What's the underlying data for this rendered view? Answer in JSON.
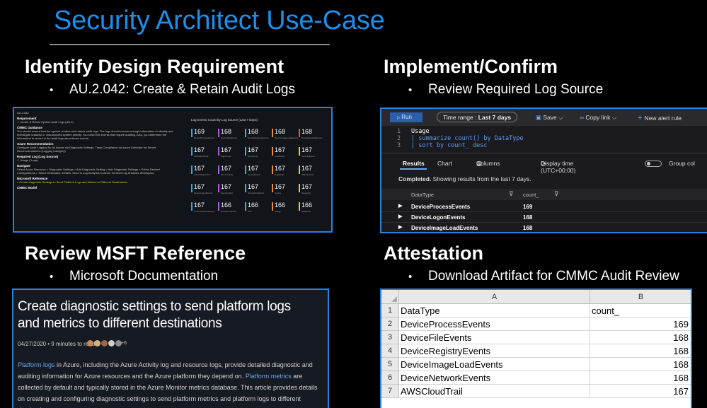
{
  "title": "Security Architect Use-Case",
  "sections": {
    "identify": {
      "heading": "Identify Design Requirement",
      "bullet": "AU.2.042: Create & Retain Audit Logs"
    },
    "implement": {
      "heading": "Implement/Confirm",
      "bullet": "Review Required Log Source"
    },
    "review": {
      "heading": "Review MSFT Reference",
      "bullet": "Microsoft Documentation"
    },
    "attest": {
      "heading": "Attestation",
      "bullet": "Download Artifact for CMMC Audit Review"
    }
  },
  "dashboard": {
    "control_id": "AU.2.042",
    "requirement_label": "Requirement",
    "requirement_item": "✓ Create & Retain System Audit Logs (AU.2)",
    "guidance_label": "CMMC Guidance",
    "guidance_text": "You should ensure that the system creates and retains audit logs. The logs should contain enough information to identify and investigate unlawful or unauthorized system activity. You select the events that require auditing. Also, you determine the information to record in the audit logs about those events.",
    "azure_label": "Azure Recommendation",
    "azure_text": "Configure Audit Logging for All Assets via Diagnostic Settings. Track Compliance via Azure Defender for Server Recommendations (Logging Category)",
    "source_label": "Required Log (Log Source)",
    "source_item": "✓ Usage (\"Logs)",
    "navigate_label": "Navigate",
    "navigate_text": "Select Azure Resource > Diagnostic Settings > Add Diagnostic Setting > Add Diagnostic Settings > Select Desired Configurations > Select Destination Details: Send to Log Analytics to Azure Sentinel Log Analytics Workspace",
    "ms_ref_label": "Microsoft Reference",
    "ms_ref_link": "» Create diagnostic Settings to Send Platform Logs and Metrics to Different Destinations",
    "cmmc_model_label": "CMMC Model",
    "chart_title": "Log Events Count by Log Source (Last 7 Days)",
    "tiles": [
      {
        "value": "169",
        "label": "DeviceProcessEvents",
        "color": "#3aa0e8"
      },
      {
        "value": "168",
        "label": "DeviceFileEvents",
        "color": "#b05cd8"
      },
      {
        "value": "168",
        "label": "DeviceRegistryEvents",
        "color": "#2fc2b0"
      },
      {
        "value": "168",
        "label": "DeviceImageLoadEvents",
        "color": "#f08a38"
      },
      {
        "value": "168",
        "label": "DeviceNetworkEvents",
        "color": "#e84a5f"
      },
      {
        "value": "167",
        "label": "AWSCloudTrail",
        "color": "#3aa0e8"
      },
      {
        "value": "167",
        "label": "SigninLogs",
        "color": "#b05cd8"
      },
      {
        "value": "167",
        "label": "DeviceInfo",
        "color": "#2fc2b0"
      },
      {
        "value": "167",
        "label": "Availability",
        "color": "#f08a38"
      },
      {
        "value": "167",
        "label": "SecurityEvent",
        "color": "#e8c53a"
      },
      {
        "value": "167",
        "label": "AzureDiagnostics",
        "color": "#3aa0e8"
      },
      {
        "value": "167",
        "label": "AzureActivity",
        "color": "#b05cd8"
      },
      {
        "value": "167",
        "label": "DeviceEvents",
        "color": "#2fc2b0"
      },
      {
        "value": "167",
        "label": "Heartbeat",
        "color": "#f08a38"
      },
      {
        "value": "167",
        "label": "OfficeActivity",
        "color": "#e8c53a"
      },
      {
        "value": "167",
        "label": "DeviceLogonEvents",
        "color": "#3aa0e8"
      },
      {
        "value": "167",
        "label": "SecurityAlert",
        "color": "#b05cd8"
      },
      {
        "value": "167",
        "label": "NetworkAnalytics",
        "color": "#2fc2b0"
      },
      {
        "value": "167",
        "label": "Syslog",
        "color": "#f08a38"
      },
      {
        "value": "167",
        "label": "Operation",
        "color": "#e8c53a"
      },
      {
        "value": "167",
        "label": "CommonSecurityLog",
        "color": "#3aa0e8"
      },
      {
        "value": "166",
        "label": "ProtectionStatus",
        "color": "#b05cd8"
      },
      {
        "value": "166",
        "label": "Perf",
        "color": "#2fc2b0"
      },
      {
        "value": "166",
        "label": "Usage",
        "color": "#f08a38"
      },
      {
        "value": "166",
        "label": "Heartbeat",
        "color": "#e8c53a"
      }
    ]
  },
  "log_query": {
    "run_label": "Run",
    "time_range_label": "Time range :",
    "time_range_value": "Last 7 days",
    "save_label": "Save",
    "copy_link_label": "Copy link",
    "new_alert_label": "New alert rule",
    "code_lines": [
      {
        "num": "1",
        "text": "Usage"
      },
      {
        "num": "2",
        "text": "| summarize count() by DataType"
      },
      {
        "num": "3",
        "text": "| sort by count_ desc"
      }
    ],
    "tab_results": "Results",
    "tab_chart": "Chart",
    "columns_label": "Columns",
    "display_time_label": "Display time (UTC+00:00)",
    "group_label": "Group col",
    "status_bold": "Completed.",
    "status_text": "Showing results from the last 7 days.",
    "col_datatype": "DataType",
    "col_count": "count_",
    "rows": [
      {
        "datatype": "DeviceProcessEvents",
        "count": "169"
      },
      {
        "datatype": "DeviceLogonEvents",
        "count": "168"
      },
      {
        "datatype": "DeviceImageLoadEvents",
        "count": "168"
      }
    ]
  },
  "doc": {
    "heading": "Create diagnostic settings to send platform logs and metrics to different destinations",
    "date": "04/27/2020",
    "read_time": "9 minutes to read",
    "contributors_more": "+6",
    "link1": "Platform logs",
    "text1": " in Azure, including the Azure Activity log and resource logs, provide detailed diagnostic and auditing information for Azure resources and the Azure platform they depend on. ",
    "link2": "Platform metrics",
    "text2": " are collected by default and typically stored in the Azure Monitor metrics database. This article provides details on creating and configuring diagnostic settings to send platform metrics and platform logs to different destinations."
  },
  "spreadsheet": {
    "col_a": "A",
    "col_b": "B",
    "rows": [
      {
        "num": "1",
        "a": "DataType",
        "b": "count_"
      },
      {
        "num": "2",
        "a": "DeviceProcessEvents",
        "b": "169"
      },
      {
        "num": "3",
        "a": "DeviceFileEvents",
        "b": "168"
      },
      {
        "num": "4",
        "a": "DeviceRegistryEvents",
        "b": "168"
      },
      {
        "num": "5",
        "a": "DeviceImageLoadEvents",
        "b": "168"
      },
      {
        "num": "6",
        "a": "DeviceNetworkEvents",
        "b": "168"
      },
      {
        "num": "7",
        "a": "AWSCloudTrail",
        "b": "167"
      }
    ]
  }
}
